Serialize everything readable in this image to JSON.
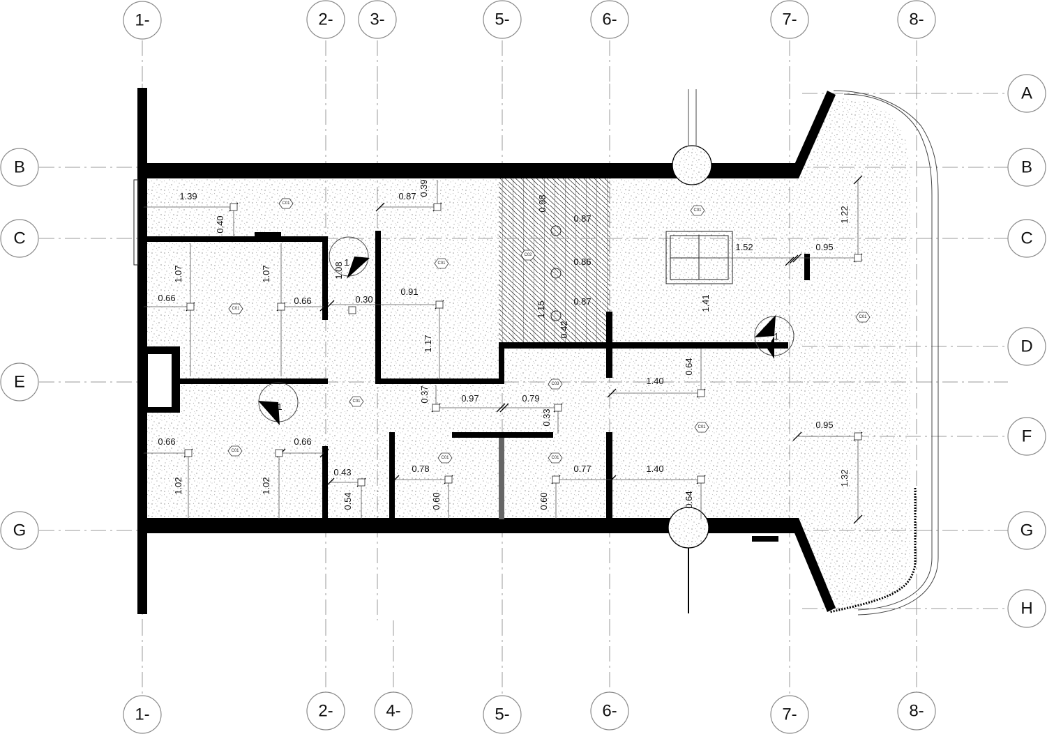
{
  "drawing": {
    "grid_top": [
      "1-",
      "2-",
      "3-",
      "5-",
      "6-",
      "7-",
      "8-"
    ],
    "grid_bottom": [
      "1-",
      "2-",
      "4-",
      "5-",
      "6-",
      "7-",
      "8-"
    ],
    "grid_left": [
      "B",
      "C",
      "E",
      "G"
    ],
    "grid_right": [
      "A",
      "B",
      "C",
      "D",
      "F",
      "G",
      "H"
    ],
    "dimensions": [
      "1.39",
      "0.40",
      "0.87",
      "0.39",
      "0.98",
      "0.87",
      "0.86",
      "0.87",
      "1.15",
      "0.42",
      "1.22",
      "1.52",
      "0.95",
      "1.07",
      "1.07",
      "0.66",
      "0.66",
      "1.08",
      "0.30",
      "0.91",
      "1.17",
      "1.41",
      "1.40",
      "0.64",
      "0.37",
      "0.97",
      "0.79",
      "0.33",
      "0.95",
      "1.32",
      "0.66",
      "0.66",
      "1.02",
      "1.02",
      "0.43",
      "0.54",
      "0.78",
      "0.60",
      "0.60",
      "0.77",
      "1.40",
      "0.64"
    ],
    "tags": [
      "C01",
      "C01",
      "C01",
      "C02",
      "C01",
      "C01",
      "C03",
      "C01",
      "C01",
      "C01",
      "C01",
      "C01",
      "C01",
      "C01"
    ],
    "door_marks": [
      "1",
      "1",
      "1"
    ]
  }
}
